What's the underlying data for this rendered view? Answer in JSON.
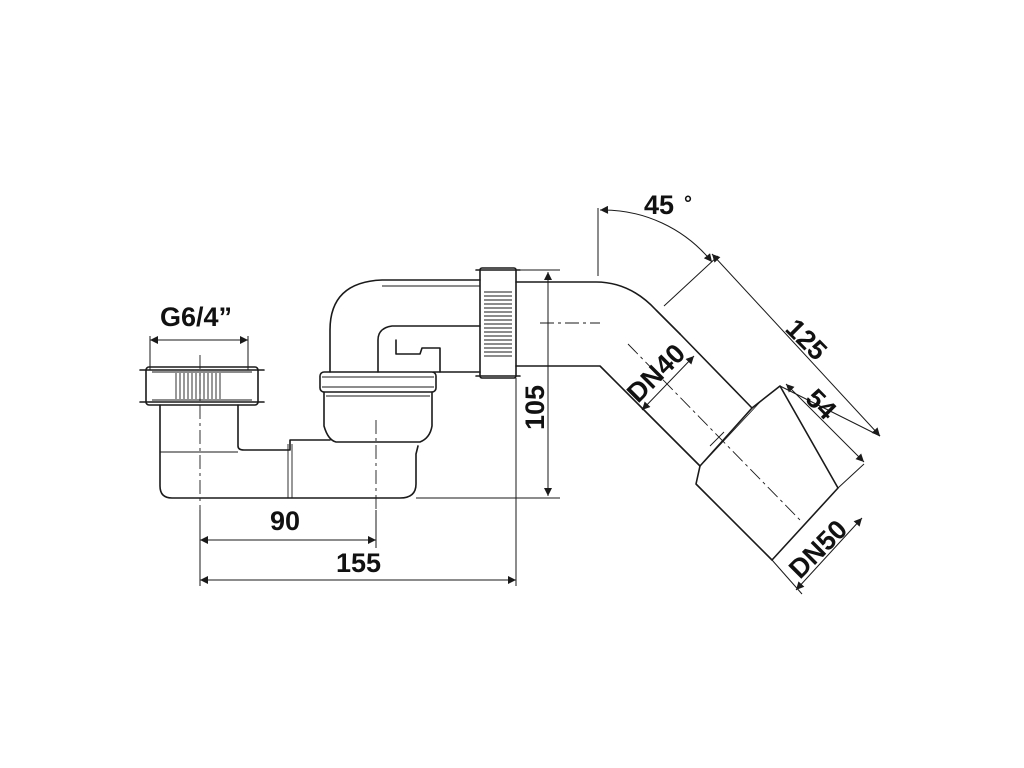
{
  "dimensions": {
    "thread": "G6/4”",
    "offset_short": "90",
    "offset_long": "155",
    "height": "105",
    "angle": "45",
    "degree_symbol": "°",
    "outlet_length": "125",
    "outlet_width": "54",
    "inlet_pipe": "DN40",
    "outlet_pipe": "DN50"
  }
}
